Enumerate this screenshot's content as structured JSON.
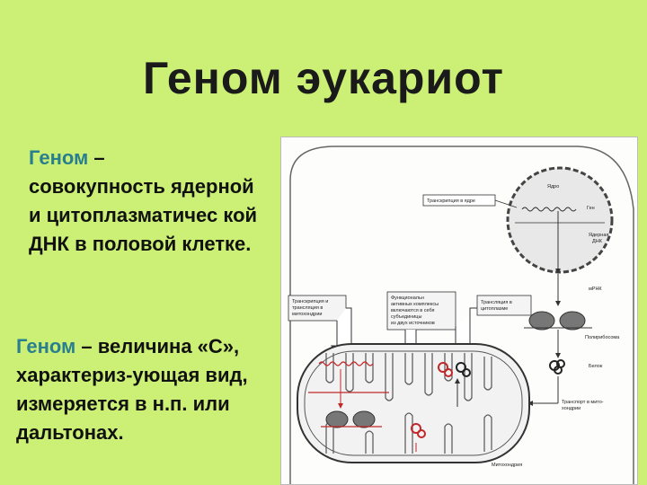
{
  "title": "Геном эукариот",
  "definition1": {
    "term": "Геном",
    "dash": " –",
    "text": "совокупность ядерной и цитоплазматичес кой ДНК в половой клетке."
  },
  "definition2": {
    "term": "Геном",
    "text": " – величина «С», характериз-ующая вид, измеряется в н.п. или дальтонах."
  },
  "diagram": {
    "labels": {
      "nucleus": "Ядро",
      "transcription_nucleus": "Транскрипция в ядре",
      "gene": "Ген",
      "nuclear_dna_1": "Ядерная",
      "nuclear_dna_2": "ДНК",
      "mrna": "мРНК",
      "mito_box_1": "Транскрипция и",
      "mito_box_2": "трансляция в",
      "mito_box_3": "митохондрии",
      "func_box_1": "Функциональн",
      "func_box_2": "активных комплексы",
      "func_box_3": "включаются в себя",
      "func_box_4": "субъединицы",
      "func_box_5": "из двух источников",
      "cyto_box_1": "Трансляция в",
      "cyto_box_2": "цитоплазме",
      "polyribosome": "Полирибосома",
      "protein": "Белок",
      "transport_1": "Транспорт в мито-",
      "transport_2": "хондрии",
      "mitochondrion": "Митохондрия"
    }
  }
}
